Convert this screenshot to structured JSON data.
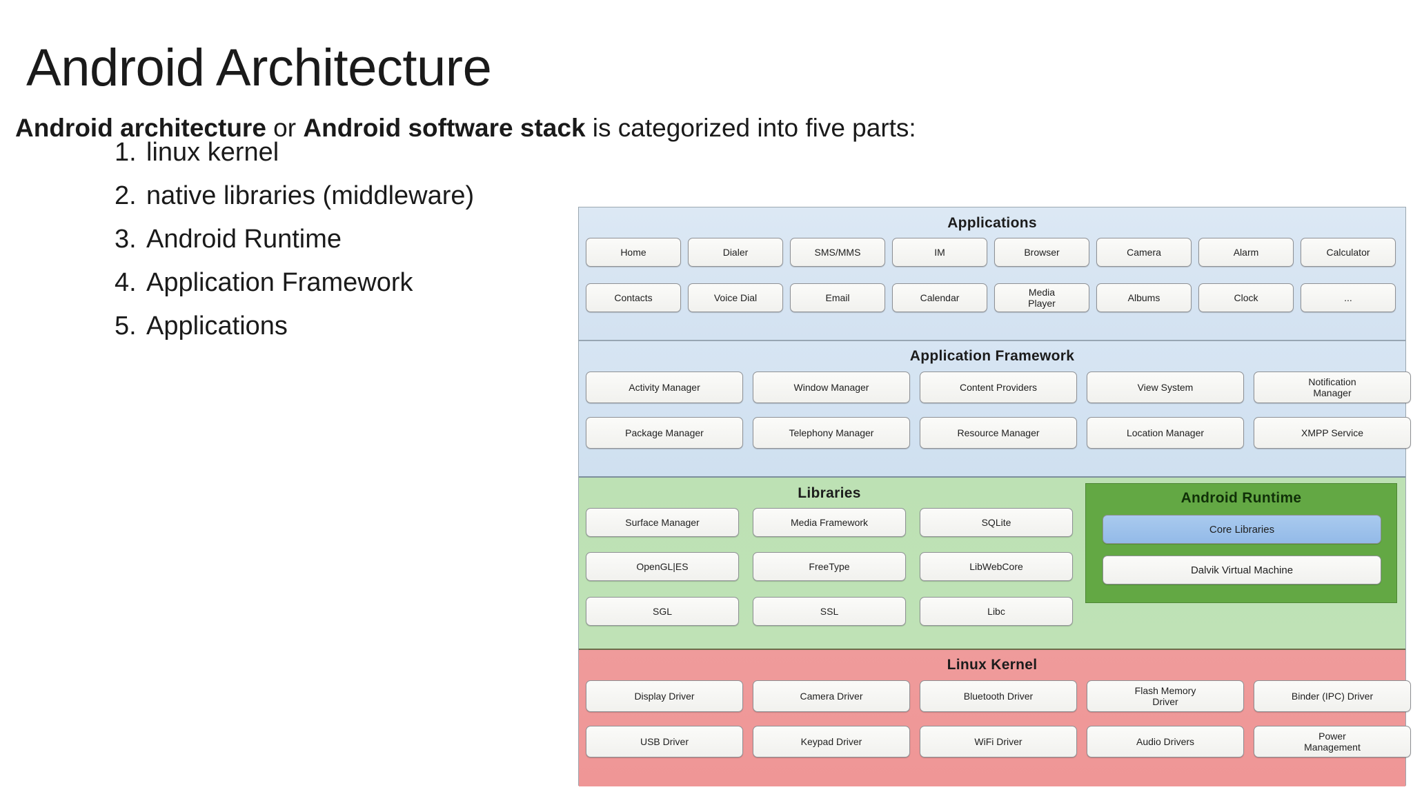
{
  "slide": {
    "title": "Android Architecture",
    "intro": {
      "bold1": "Android architecture",
      "mid": " or ",
      "bold2": "Android software stack",
      "tail": " is categorized into five parts:"
    },
    "parts": [
      {
        "num": "1.",
        "label": "linux kernel"
      },
      {
        "num": "2.",
        "label": "native libraries (middleware)"
      },
      {
        "num": "3.",
        "label": "Android Runtime"
      },
      {
        "num": "4.",
        "label": "Application Framework"
      },
      {
        "num": "5.",
        "label": "Applications"
      }
    ]
  },
  "diagram": {
    "layers": {
      "applications": {
        "title": "Applications",
        "color": "#d6e4f2",
        "row1": [
          "Home",
          "Dialer",
          "SMS/MMS",
          "IM",
          "Browser",
          "Camera",
          "Alarm",
          "Calculator"
        ],
        "row2": [
          "Contacts",
          "Voice Dial",
          "Email",
          "Calendar",
          "Media\nPlayer",
          "Albums",
          "Clock",
          "..."
        ]
      },
      "framework": {
        "title": "Application Framework",
        "color": "#d3e1f1",
        "row1": [
          "Activity Manager",
          "Window Manager",
          "Content Providers",
          "View System",
          "Notification\nManager"
        ],
        "row2": [
          "Package Manager",
          "Telephony Manager",
          "Resource Manager",
          "Location Manager",
          "XMPP Service"
        ]
      },
      "libraries": {
        "title": "Libraries",
        "color": "#bfe2b6",
        "row1": [
          "Surface Manager",
          "Media Framework",
          "SQLite"
        ],
        "row2": [
          "OpenGL|ES",
          "FreeType",
          "LibWebCore"
        ],
        "row3": [
          "SGL",
          "SSL",
          "Libc"
        ]
      },
      "runtime": {
        "title": "Android Runtime",
        "color": "#63a844",
        "tiles": [
          "Core Libraries",
          "Dalvik Virtual Machine"
        ],
        "core_libraries_color": "#9dc4ec"
      },
      "kernel": {
        "title": "Linux Kernel",
        "color": "#ef9898",
        "row1": [
          "Display Driver",
          "Camera Driver",
          "Bluetooth Driver",
          "Flash Memory\nDriver",
          "Binder (IPC) Driver"
        ],
        "row2": [
          "USB Driver",
          "Keypad Driver",
          "WiFi Driver",
          "Audio Drivers",
          "Power\nManagement"
        ]
      }
    }
  }
}
